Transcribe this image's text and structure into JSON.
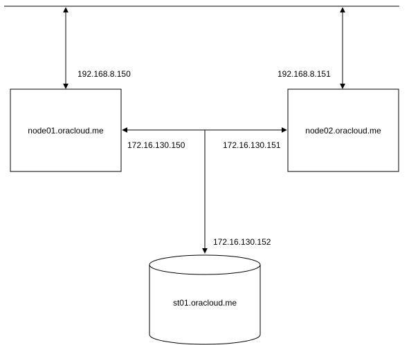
{
  "diagram": {
    "nodes": {
      "node01": {
        "label": "node01.oracloud.me"
      },
      "node02": {
        "label": "node02.oracloud.me"
      },
      "st01": {
        "label": "st01.oracloud.me"
      }
    },
    "edge_labels": {
      "node01_public_ip": "192.168.8.150",
      "node02_public_ip": "192.168.8.151",
      "node01_private_ip": "172.16.130.150",
      "node02_private_ip": "172.16.130.151",
      "st01_private_ip": "172.16.130.152"
    },
    "colors": {
      "stroke": "#000000",
      "background": "#ffffff"
    }
  }
}
